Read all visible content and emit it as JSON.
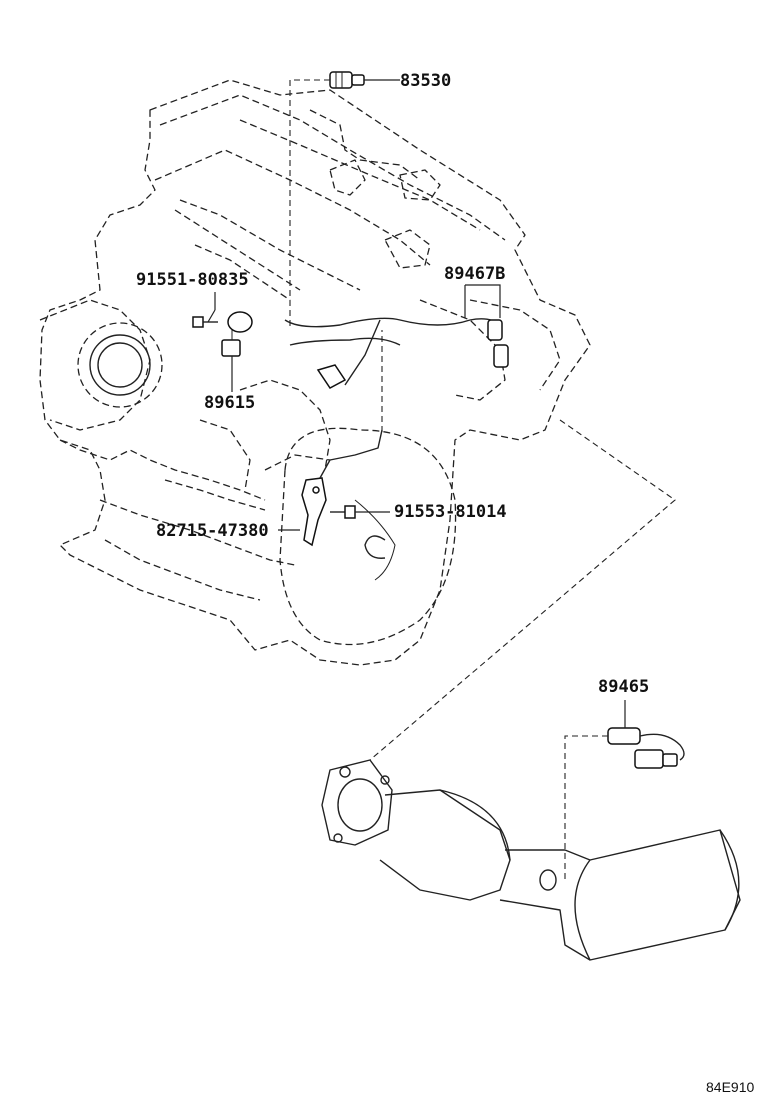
{
  "labels": {
    "oil_pressure_switch": "83530",
    "oxygen_sensor_upper": "89467B",
    "knock_sensor_bolt": "91551-80835",
    "knock_sensor": "89615",
    "sensor_bolt": "91553-81014",
    "wire_bracket": "82715-47380",
    "oxygen_sensor_lower": "89465"
  },
  "figure_code": "84E910"
}
